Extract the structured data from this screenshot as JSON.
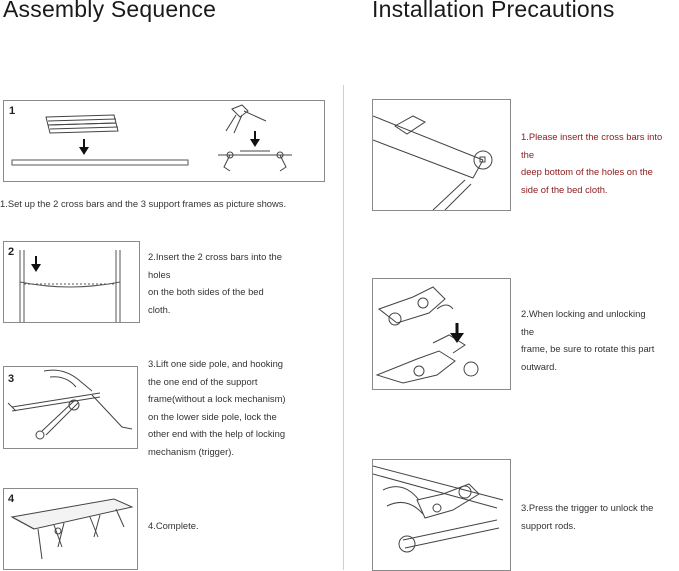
{
  "headings": {
    "left": "Assembly Sequence",
    "right": "Installation Precautions"
  },
  "steps": [
    {
      "num": "1",
      "lines": [
        "1.Set up the 2 cross bars and the 3 support frames as picture shows."
      ]
    },
    {
      "num": "2",
      "lines": [
        "2.Insert the 2 cross bars into the",
        "holes",
        "on the both sides of the bed",
        "cloth."
      ]
    },
    {
      "num": "3",
      "lines": [
        "3.Lift one side pole, and hooking",
        "the one end of the support",
        "frame(without a lock mechanism)",
        "on the lower side pole, lock the",
        "other end with the help of locking",
        "mechanism (trigger)."
      ]
    },
    {
      "num": "4",
      "lines": [
        "4.Complete."
      ]
    }
  ],
  "precautions": [
    {
      "lines": [
        "1.Please insert the cross bars into",
        "the",
        "deep bottom of the holes on the",
        "side of the bed cloth."
      ]
    },
    {
      "lines": [
        "2.When locking and unlocking",
        "the",
        "frame, be sure to rotate this part",
        "outward."
      ]
    },
    {
      "lines": [
        "3.Press the trigger to unlock the",
        "support rods."
      ]
    }
  ],
  "colors": {
    "precaution1_text": "#8b1a1a",
    "border": "#8a8a8a"
  }
}
